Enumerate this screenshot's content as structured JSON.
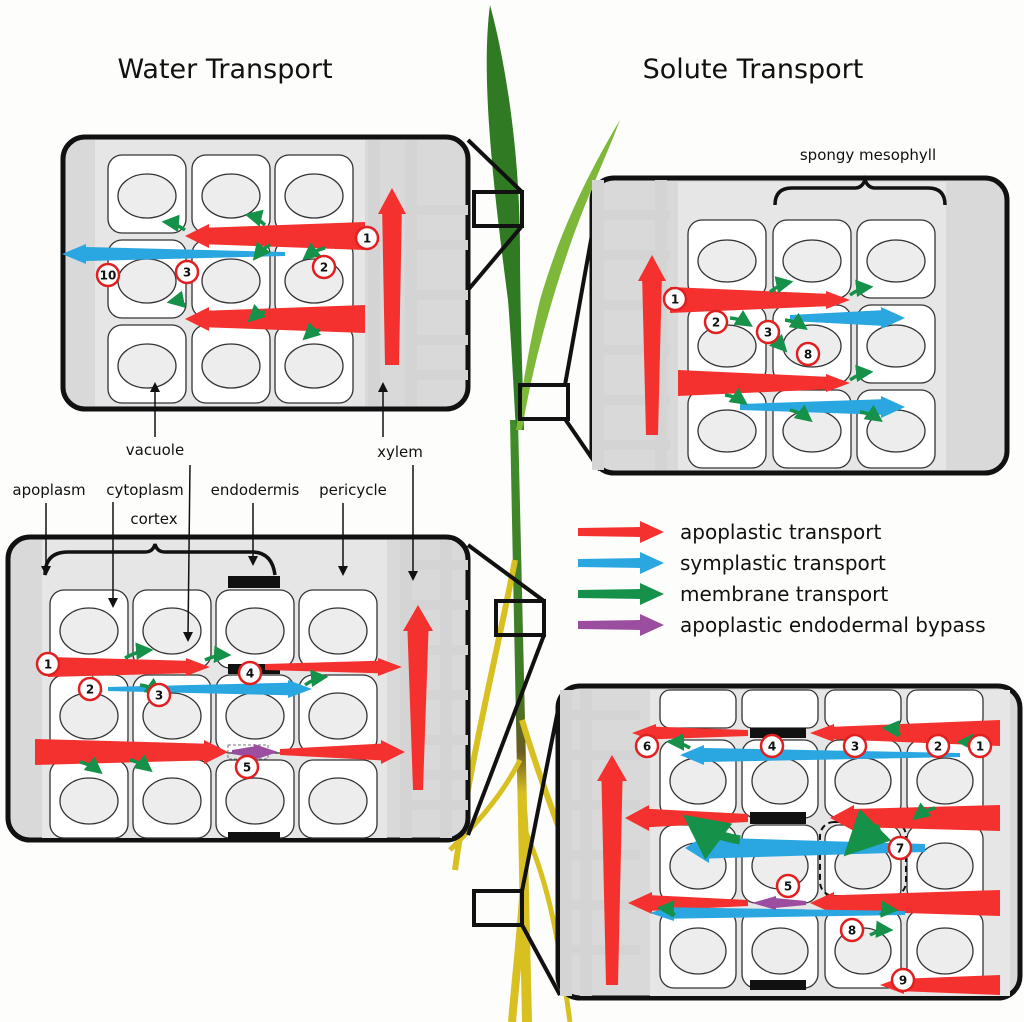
{
  "titles": {
    "water": "Water Transport",
    "solute": "Solute Transport"
  },
  "labels": {
    "vacuole": "vacuole",
    "xylem": "xylem",
    "apoplasm": "apoplasm",
    "cytoplasm": "cytoplasm",
    "endodermis": "endodermis",
    "pericycle": "pericycle",
    "cortex": "cortex",
    "spongy_mesophyll": "spongy mesophyll"
  },
  "legend": [
    {
      "label": "apoplastic transport",
      "color": "#f4312f"
    },
    {
      "label": "symplastic transport",
      "color": "#2aa7e1"
    },
    {
      "label": "membrane transport",
      "color": "#15914a"
    },
    {
      "label": "apoplastic endodermal bypass",
      "color": "#9b4ea0"
    }
  ],
  "markers": {
    "water_leaf": [
      "1",
      "2",
      "3",
      "10"
    ],
    "solute_leaf": [
      "1",
      "2",
      "3",
      "8"
    ],
    "water_root": [
      "1",
      "2",
      "3",
      "4",
      "5"
    ],
    "solute_root": [
      "1",
      "2",
      "3",
      "4",
      "5",
      "6",
      "7",
      "8",
      "9"
    ]
  },
  "colors": {
    "apoplastic": "#f4312f",
    "symplastic": "#2aa7e1",
    "membrane": "#15914a",
    "bypass": "#9b4ea0",
    "cell_fill": "#ffffff",
    "vacuole_fill": "#ededed",
    "panel_bg": "#d9d9d9",
    "xylem": "#d4d4d4",
    "leaf_dark": "#2f7a22",
    "leaf_light": "#7db83a",
    "root": "#d9c021"
  }
}
